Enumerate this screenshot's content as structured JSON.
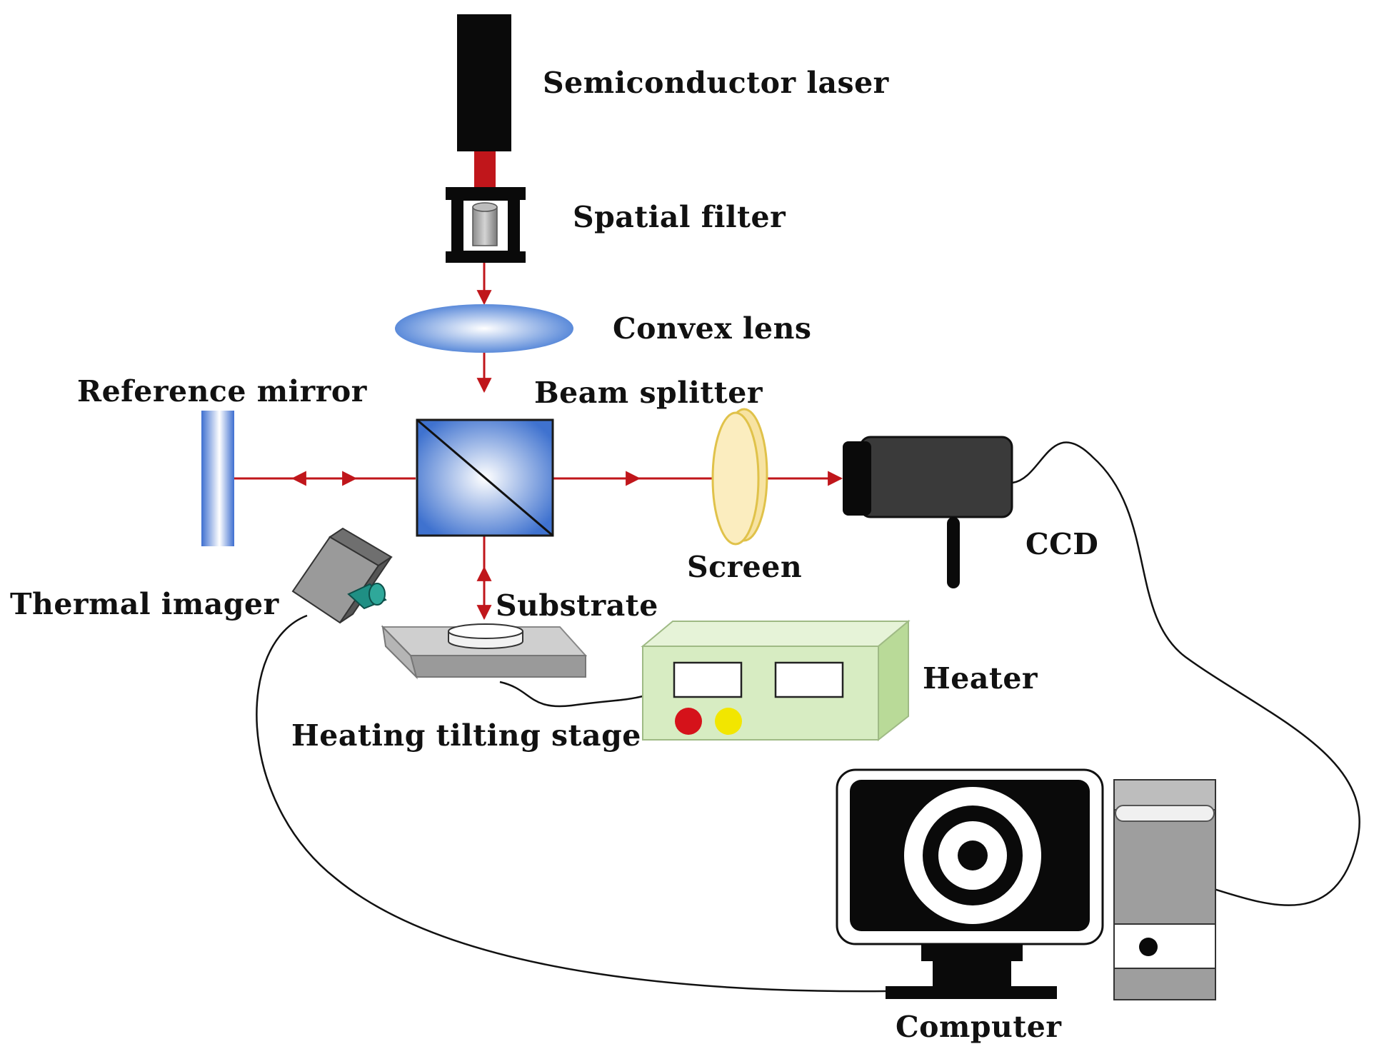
{
  "labels": {
    "laser": "Semiconductor laser",
    "spatial_filter": "Spatial filter",
    "convex_lens": "Convex lens",
    "reference_mirror": "Reference mirror",
    "beam_splitter": "Beam splitter",
    "screen": "Screen",
    "ccd": "CCD",
    "thermal_imager": "Thermal imager",
    "substrate": "Substrate",
    "heater": "Heater",
    "heating_stage": "Heating tilting stage",
    "computer": "Computer"
  },
  "colors": {
    "beam": "#c0161b",
    "cable": "#111111",
    "heater_body": "#d7ecc2",
    "knob_left": "#d5121a",
    "knob_right": "#f2e600",
    "imager_lens": "#1f8f84",
    "screen_fill": "#f7e3a2",
    "optics_blue": "#4a7fd4"
  },
  "icons": [
    "laser-icon",
    "spatial-filter-icon",
    "lens-icon",
    "mirror-icon",
    "beam-splitter-icon",
    "screen-icon",
    "camera-icon",
    "thermal-imager-icon",
    "substrate-icon",
    "heater-icon",
    "monitor-icon",
    "tower-icon"
  ]
}
